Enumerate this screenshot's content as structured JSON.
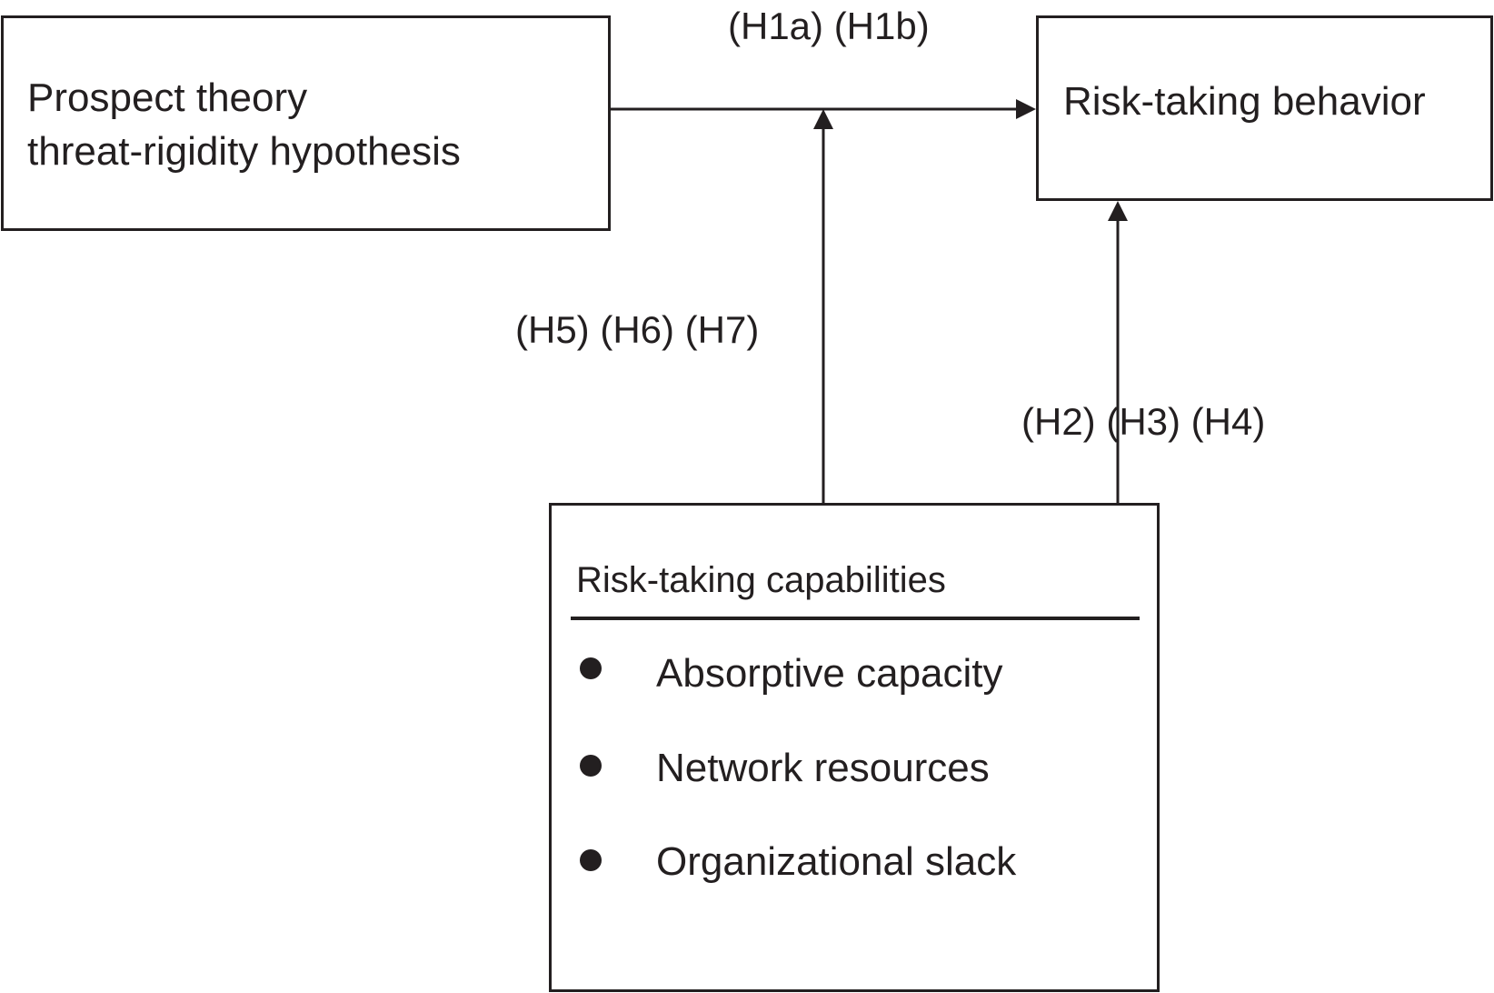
{
  "nodes": {
    "prospect": {
      "line1": "Prospect theory",
      "line2": "threat-rigidity hypothesis"
    },
    "risk_behavior": {
      "label": "Risk-taking behavior"
    },
    "capabilities": {
      "title": "Risk-taking capabilities",
      "items": [
        "Absorptive capacity",
        "Network resources",
        "Organizational slack"
      ]
    }
  },
  "edges": {
    "main_effect": {
      "label": "(H1a) (H1b)",
      "from": "prospect",
      "to": "risk_behavior"
    },
    "moderation": {
      "label": "(H5) (H6) (H7)",
      "from": "capabilities",
      "to": "main_effect"
    },
    "direct_effect": {
      "label": "(H2) (H3) (H4)",
      "from": "capabilities",
      "to": "risk_behavior"
    }
  },
  "colors": {
    "ink": "#231f20",
    "background": "#ffffff"
  }
}
